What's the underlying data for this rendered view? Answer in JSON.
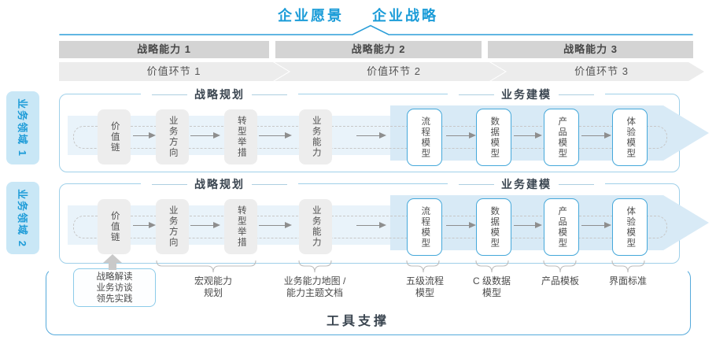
{
  "title": {
    "vision": "企业愿景",
    "strategy": "企业战略"
  },
  "strategic_capabilities": [
    "战略能力 1",
    "战略能力 2",
    "战略能力 3"
  ],
  "value_links": [
    "价值环节 1",
    "价值环节 2",
    "价值环节 3"
  ],
  "domains": [
    "业务领域 1",
    "业务领域 2"
  ],
  "rows": [
    {
      "planning_header": "战略规划",
      "modeling_header": "业务建模",
      "strategy_boxes": [
        "价值链",
        "业务方向",
        "转型举措",
        "业务能力"
      ],
      "modeling_boxes": [
        "流程模型",
        "数据模型",
        "产品模型",
        "体验模型"
      ]
    },
    {
      "planning_header": "战略规划",
      "modeling_header": "业务建模",
      "strategy_boxes": [
        "价值链",
        "业务方向",
        "转型举措",
        "业务能力"
      ],
      "modeling_boxes": [
        "流程模型",
        "数据模型",
        "产品模型",
        "体验模型"
      ]
    }
  ],
  "annotations": {
    "inputs_box": "战略解读\n业务访谈\n领先实践",
    "macro_capability": "宏观能力\n规划",
    "capability_map": "业务能力地图 /\n能力主题文档",
    "process_model": "五级流程\n模型",
    "data_model": "C 级数据\n模型",
    "product_template": "产品模板",
    "ui_standard": "界面标准"
  },
  "tool_support": "工具支撑",
  "colors": {
    "accent_blue": "#1B9CD8",
    "panel_border": "#9FD0E9",
    "big_arrow_fill": "#D8EAF6",
    "band_fill": "#E9F3FA",
    "capability_bar_gray": "#D4D4D4",
    "chevron_gray": "#ECECEC",
    "strategy_box_gray": "#EDEDED",
    "domain_tab_fill": "#C9E7F6",
    "dark_text": "#4A4A4A",
    "header_text": "#3A4550"
  }
}
